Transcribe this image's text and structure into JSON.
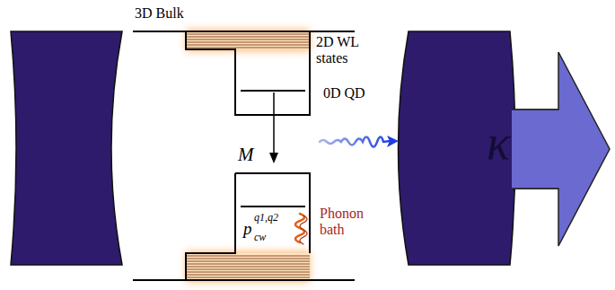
{
  "diagram": {
    "labels": [
      "3D Bulk",
      "2D WL states",
      "0D QD",
      "M",
      "p",
      "cw",
      "q1,q2",
      "Phonon bath",
      "κ"
    ]
  }
}
